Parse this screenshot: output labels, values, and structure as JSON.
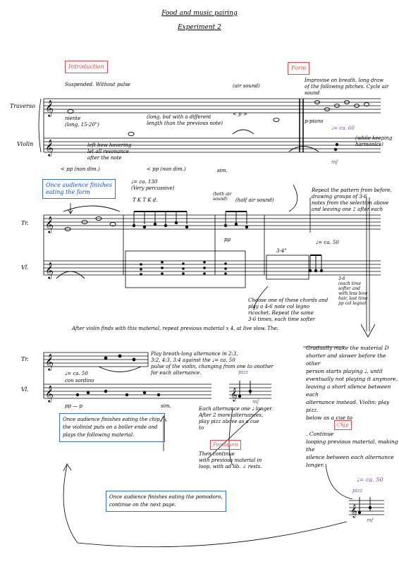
{
  "title": "Food and music pairing",
  "subtitle": "Experiment 2",
  "labels": {
    "introduction": "Introduction",
    "form": "Form",
    "traverso": "Traverso",
    "violin": "Violin",
    "tr": "Tr.",
    "vl": "Vl.",
    "tr2": "Tr.",
    "vl2": "Vl."
  },
  "intro": {
    "suspended": "Suspended. Without pulse",
    "niente": "niente\n(long, 15-20\")",
    "long_effort": "(long, but with a different\nlength than the previous note)",
    "air_sound": "(air sound)",
    "left_bow": "left bow hovering\nlet all resonance\nafter the note",
    "pp1": "< pp (non dim.)",
    "pp2": "< pp (non dim.)",
    "sim": "sim.",
    "p": "< p >",
    "improvise": "Improvise on breath, long draw\nof the following pitches. Cycle air sound",
    "ppiano": "p-piano",
    "tempo60": "♩= ca. 60",
    "while_keeping": "(while keeping\nharmonics)",
    "mf": "mf"
  },
  "section2": {
    "audience_form": "Once audience finishes\neating the form",
    "tempo130": "♩= ca. 130\n(Very percussive)",
    "tktk": "T K T K  d.",
    "half_sound": "(half air sound)",
    "both_aim": "(both air\nsound)",
    "pp": "pp",
    "repeat_pattern": "Repeat the pattern from before,\ndrawing groups of 3-6\nnotes from the selection above\nand leaving one ♪ after each",
    "tempo50": "♩= ca. 50",
    "three_four": "3-4\"",
    "choose_one": "Choose one of these chords and\nplay a 4-6 note col legno\nricochet. Repeat the same\n3-6 times, each time softer",
    "ricochet_note": "3-6\n(each time\nsofter and\nwith less bow\nhair, last time\npp col legno)"
  },
  "section3": {
    "after_violin": "After violin finds with this material, repeat previous material x 4, at live slow. The:",
    "play_breath": "Play breath-long alternance in 2:3,\n3:2, 4:3, 3:4 against the ♩= ca. 50\npulse of the violin, changing from one to another\nfor each alternance.",
    "tempo50": "♩= ca. 50",
    "con_sordino": "con sordino",
    "pizz": "pizz",
    "each_alternance": "Each alternance one ♩ longer.\nAfter 2 more alternances,\nplay pizz above as a cue\nto",
    "pomodoro": "Pomodoro",
    "then_continue": "Then continue\nwith previous material in\nloop, with ad lib. ∠ rests.",
    "gradually": "Gradually make the material D\nshorter and slower before the other\nperson starts playing ♩, until\neventually not playing it anymore,\nleaving a short silence between each\nalternance instead. Violin: play pizz.\nbelow as a cue to",
    "chip": "Chip",
    "continue_loop": ". Continue\nlooping previous material, making the\nsilence between each alternance longer.",
    "audience_chip": "Once audience finishes eating the chip,\nthe violinist puts on a boller ende and\nplays the following material.",
    "audience_pomodoro": "Once audience finishes eating the pomodoro,\ncontinue on the next page.",
    "tempo50b": "♩= ca. 50",
    "pizz2": "pizz",
    "mf2": "mf",
    "mf3": "mf",
    "pp_dim": "pp — p",
    "pp_sim": "sim."
  },
  "colors": {
    "red": "#e05050",
    "blue": "#1a4fc8",
    "purple": "#7a3fb0"
  }
}
